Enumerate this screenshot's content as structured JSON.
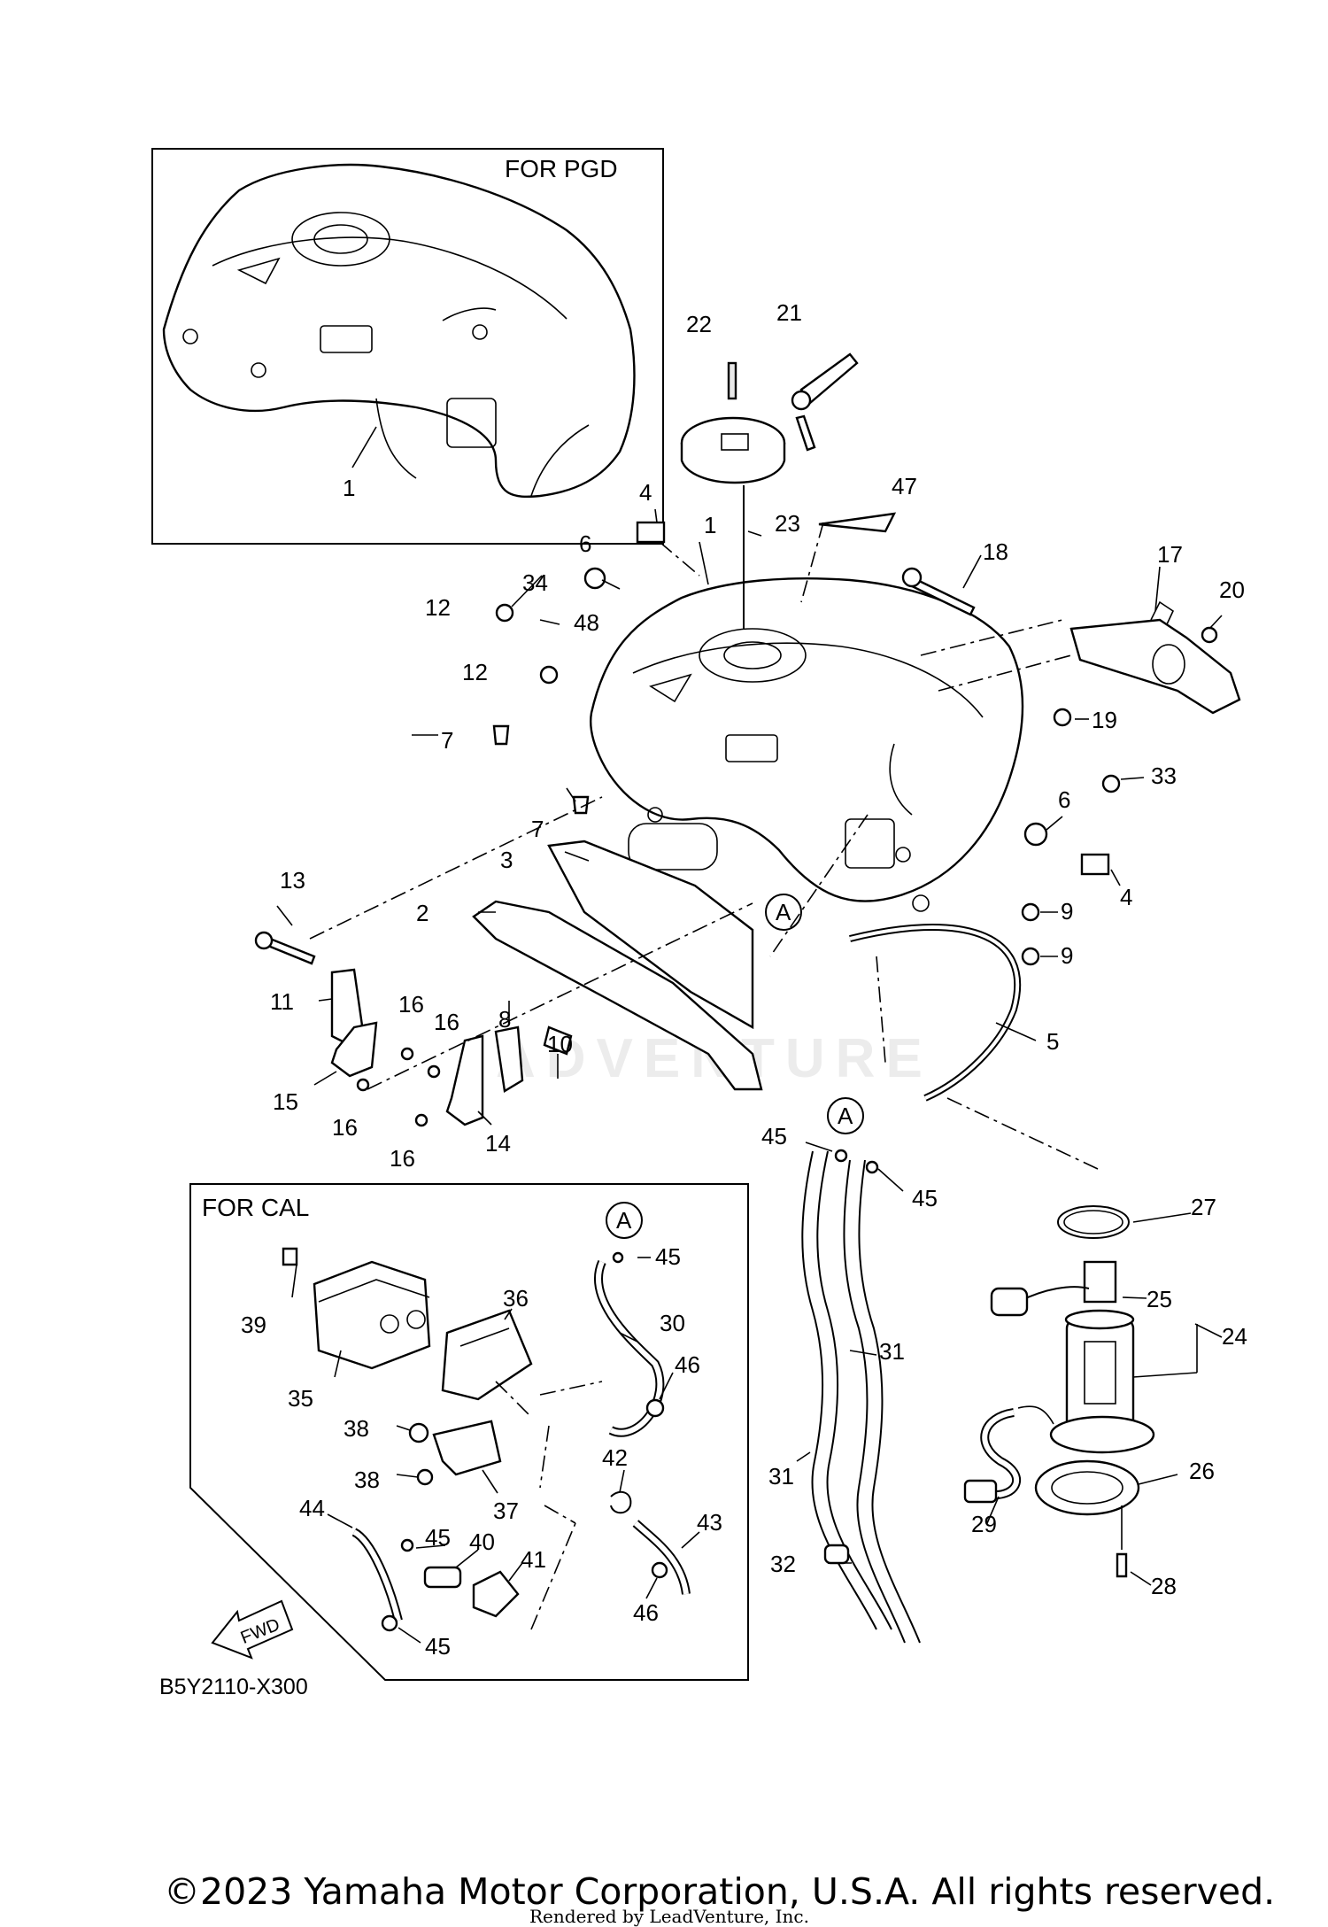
{
  "boxes": {
    "pgd_title": "FOR PGD",
    "cal_title": "FOR CAL"
  },
  "diagram_code": "B5Y2110-X300",
  "watermark": "ADVENTURE",
  "fwd_label": "FWD",
  "ref_marker": "A",
  "callouts": [
    "1",
    "1",
    "2",
    "3",
    "4",
    "4",
    "5",
    "6",
    "6",
    "7",
    "7",
    "8",
    "9",
    "9",
    "10",
    "11",
    "12",
    "12",
    "13",
    "14",
    "15",
    "16",
    "16",
    "16",
    "16",
    "17",
    "18",
    "19",
    "20",
    "21",
    "22",
    "23",
    "24",
    "25",
    "26",
    "27",
    "28",
    "29",
    "30",
    "31",
    "31",
    "32",
    "33",
    "34",
    "35",
    "36",
    "37",
    "38",
    "38",
    "39",
    "40",
    "41",
    "42",
    "43",
    "44",
    "45",
    "45",
    "45",
    "45",
    "45",
    "46",
    "46",
    "47",
    "48"
  ],
  "copyright": "©2023 Yamaha Motor Corporation, U.S.A. All rights reserved.",
  "rendered_by": "Rendered by LeadVenture, Inc."
}
